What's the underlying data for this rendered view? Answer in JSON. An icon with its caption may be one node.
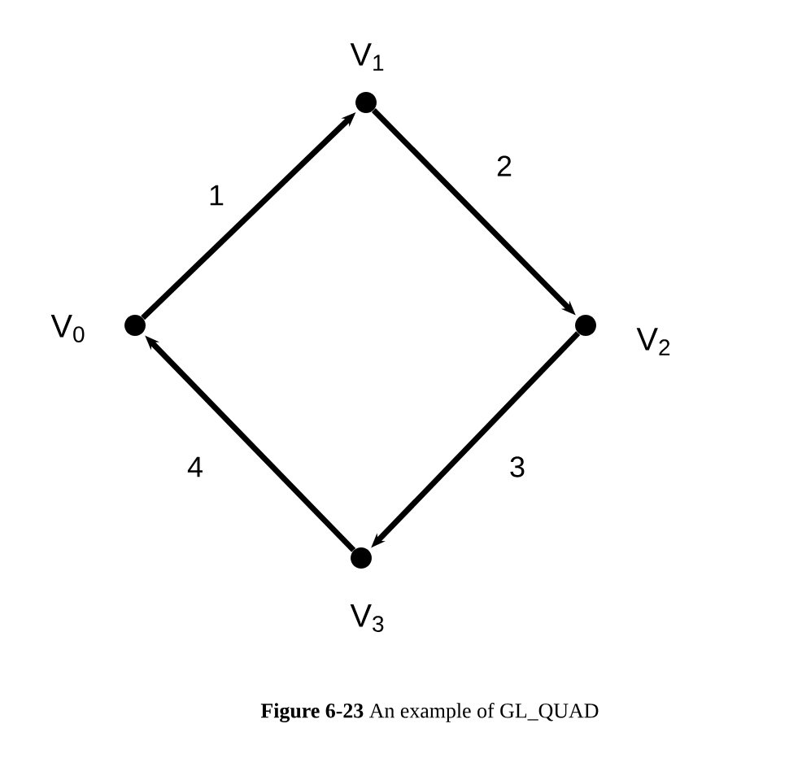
{
  "diagram": {
    "caption": "**Figure 6-23**  An example of GL_QUAD",
    "nodes": [
      {
        "text": [
          "V$_{0}$"
        ]
      },
      {
        "text": [
          "V$_{1}$"
        ]
      },
      {
        "text": [
          "V$_{2}$"
        ]
      },
      {
        "text": [
          "V$_{3}$"
        ]
      }
    ],
    "edges": [
      {
        "from": 0,
        "to": 1,
        "arrow": "to",
        "label": "1"
      },
      {
        "from": 1,
        "to": 2,
        "arrow": "to",
        "label": "2"
      },
      {
        "from": 2,
        "to": 3,
        "arrow": "to",
        "label": "3"
      },
      {
        "from": 3,
        "to": 0,
        "arrow": "to",
        "label": "4"
      }
    ]
  }
}
